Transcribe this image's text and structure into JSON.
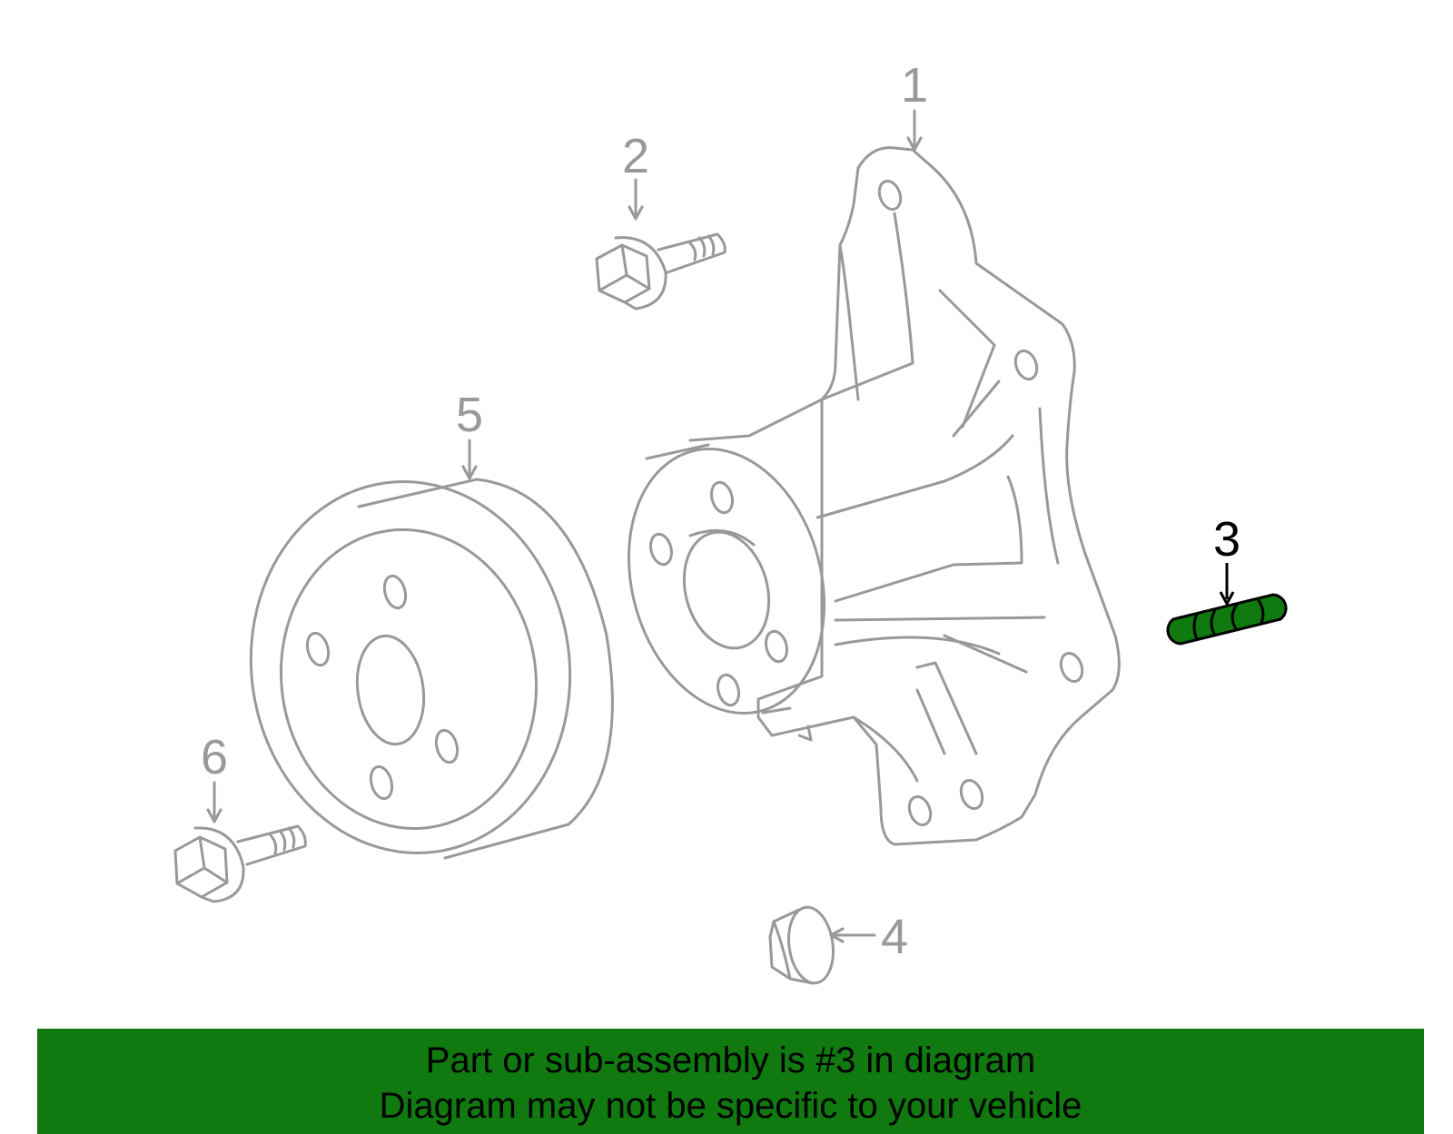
{
  "colors": {
    "outline": "#999999",
    "highlight_fill": "#107a10",
    "highlight_stroke": "#000000",
    "banner_bg": "#107a10",
    "banner_text": "#000000"
  },
  "callouts": {
    "c1": "1",
    "c2": "2",
    "c3": "3",
    "c4": "4",
    "c5": "5",
    "c6": "6"
  },
  "highlighted_part": "3",
  "banner": {
    "line1": "Part or sub-assembly is #3 in diagram",
    "line2": "Diagram may not be specific to your vehicle"
  }
}
